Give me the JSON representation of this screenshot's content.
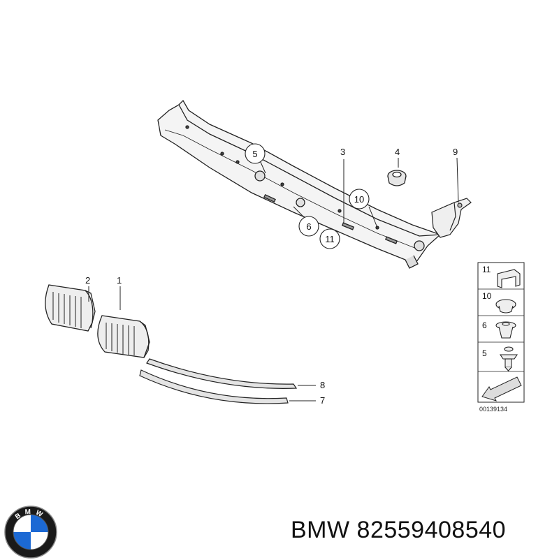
{
  "callouts": {
    "c1": "1",
    "c2": "2",
    "c3": "3",
    "c4": "4",
    "c5": "5",
    "c6": "6",
    "c7": "7",
    "c8": "8",
    "c9": "9",
    "c10": "10",
    "c11": "11"
  },
  "legend": {
    "items": [
      "11",
      "10",
      "6",
      "5"
    ],
    "diagram_ref": "00139134"
  },
  "footer": {
    "brand": "BMW",
    "part_number": "82559408540"
  },
  "logo_letters": "BMW",
  "colors": {
    "line": "#222222",
    "part_fill": "#f2f2f2",
    "shade": "#c8c8c8",
    "logo_blue": "#1c69d4"
  }
}
